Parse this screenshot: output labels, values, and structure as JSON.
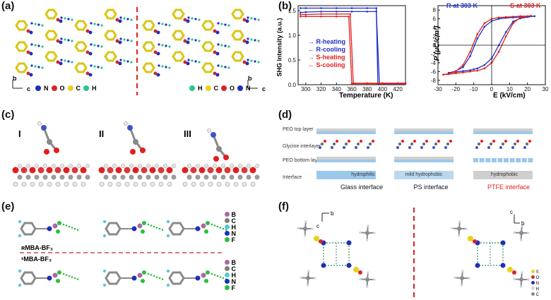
{
  "panels": {
    "a": {
      "label": "(a)",
      "left_axes": {
        "y": "b",
        "x": "c"
      },
      "left_legend": [
        "N",
        "O",
        "C",
        "H"
      ],
      "right_legend": [
        "H",
        "C",
        "O",
        "N"
      ],
      "right_axes": {
        "y": "b",
        "x": "c"
      },
      "colors": {
        "N": "#1f2fb8",
        "O": "#d4262a",
        "C": "#e6d21b",
        "H": "#26c796"
      }
    },
    "b": {
      "label": "(b)",
      "shg_ylabel": "SHG intensity (a.u.)",
      "shg_xlabel": "Temperature (K)",
      "pe_ylabel": "P (μC/cm²)",
      "pe_xlabel": "E (kV/cm)",
      "legend": [
        "R-heating",
        "R-cooling",
        "S-heating",
        "S-cooling"
      ],
      "pe_legend": {
        "r": "R-at 303 K",
        "s": "S-at 303 K"
      }
    },
    "c": {
      "label": "(c)",
      "configs": [
        "I",
        "II",
        "III"
      ]
    },
    "d": {
      "label": "(d)",
      "layers": {
        "top": "PEO top layer",
        "mid": "Glycine interlayer",
        "bottom": "PEO bottom layer",
        "interface": "Interface"
      },
      "surfaces": [
        "hydrophilic",
        "mild hydrophobic",
        "hydrophobic"
      ],
      "interfaces": [
        "Glass interface",
        "PS interface",
        "PTFE interface"
      ],
      "colors": {
        "blue": "#9cc8ea",
        "gray": "#cfcfcf",
        "ptfe": "#e0201f"
      }
    },
    "e": {
      "label": "(e)",
      "r_label": "ʀMBA-BF₃",
      "s_label": "ˢMBA-BF₃",
      "legend_top": [
        "B",
        "C",
        "H",
        "N",
        "F"
      ],
      "legend_bottom": [
        "B",
        "C",
        "H",
        "N",
        "F"
      ]
    },
    "f": {
      "label": "(f)",
      "left_axes": {
        "x": "b",
        "y": "c"
      },
      "right_axes": {
        "x": "b",
        "y": "c"
      },
      "legend": [
        "S",
        "O",
        "N",
        "H",
        "C"
      ]
    }
  },
  "chart_data": [
    {
      "type": "line",
      "xlabel": "Temperature (K)",
      "ylabel": "SHG intensity (a.u.)",
      "xlim": [
        290,
        430
      ],
      "ylim": [
        0,
        1.6
      ],
      "xticks": [
        300,
        320,
        340,
        360,
        380,
        400,
        420
      ],
      "yticks": [
        0.0,
        0.5,
        1.0,
        1.5
      ],
      "series": [
        {
          "name": "R-heating",
          "color": "#1f2fc8",
          "x": [
            293,
            300,
            320,
            340,
            360,
            380,
            392,
            396,
            400,
            420,
            430
          ],
          "values": [
            1.46,
            1.47,
            1.48,
            1.48,
            1.48,
            1.48,
            1.48,
            0.03,
            0.03,
            0.03,
            0.03
          ]
        },
        {
          "name": "R-cooling",
          "color": "#1f2fc8",
          "x": [
            293,
            300,
            320,
            340,
            360,
            380,
            392,
            394,
            400,
            420,
            430
          ],
          "values": [
            1.55,
            1.55,
            1.55,
            1.55,
            1.55,
            1.55,
            1.55,
            0.02,
            0.02,
            0.02,
            0.02
          ]
        },
        {
          "name": "S-heating",
          "color": "#e0201f",
          "x": [
            293,
            300,
            320,
            340,
            358,
            362,
            380,
            400,
            420,
            430
          ],
          "values": [
            1.42,
            1.42,
            1.43,
            1.43,
            1.43,
            0.03,
            0.03,
            0.03,
            0.03,
            0.03
          ]
        },
        {
          "name": "S-cooling",
          "color": "#e0201f",
          "x": [
            293,
            300,
            320,
            340,
            356,
            360,
            380,
            400,
            420,
            430
          ],
          "values": [
            1.38,
            1.38,
            1.38,
            1.38,
            1.38,
            0.02,
            0.02,
            0.02,
            0.02,
            0.02
          ]
        }
      ]
    },
    {
      "type": "line",
      "xlabel": "E (kV/cm)",
      "ylabel": "P (μC/cm²)",
      "xlim": [
        -30,
        30
      ],
      "ylim": [
        -9,
        9
      ],
      "xticks": [
        -30,
        -20,
        -10,
        0,
        10,
        20,
        30
      ],
      "yticks": [
        -8,
        -6,
        -4,
        -2,
        0,
        2,
        4,
        6,
        8
      ],
      "series": [
        {
          "name": "R-at 303 K",
          "color": "#1f2fc8",
          "x": [
            -24,
            -20,
            -16,
            -12,
            -10,
            -8,
            -4,
            0,
            4,
            8,
            12,
            16,
            20,
            24,
            20,
            16,
            12,
            8,
            4,
            0,
            -4,
            -8,
            -12,
            -16,
            -20,
            -24
          ],
          "values": [
            -6.3,
            -6.1,
            -5.9,
            -5.7,
            -5.5,
            -5.3,
            -4.5,
            -3,
            0,
            3,
            5.4,
            6.1,
            6.4,
            6.6,
            6.5,
            6.4,
            6.3,
            6.2,
            6.0,
            5.5,
            4.2,
            1.5,
            -2.5,
            -5.0,
            -5.9,
            -6.3
          ]
        },
        {
          "name": "S-at 303 K",
          "color": "#e0201f",
          "x": [
            -27,
            -24,
            -20,
            -16,
            -12,
            -8,
            -4,
            0,
            4,
            8,
            12,
            16,
            18,
            22,
            20,
            16,
            12,
            8,
            4,
            0,
            -4,
            -8,
            -12,
            -16,
            -20,
            -24,
            -27
          ],
          "values": [
            -6.7,
            -6.6,
            -6.4,
            -6.2,
            -6.0,
            -5.8,
            -5.3,
            -4,
            -1.5,
            2,
            5,
            6.3,
            6.5,
            6.7,
            6.6,
            6.6,
            6.5,
            6.4,
            6.3,
            6.0,
            5.0,
            2.5,
            -1.5,
            -4.5,
            -6.0,
            -6.5,
            -6.7
          ]
        }
      ]
    }
  ]
}
